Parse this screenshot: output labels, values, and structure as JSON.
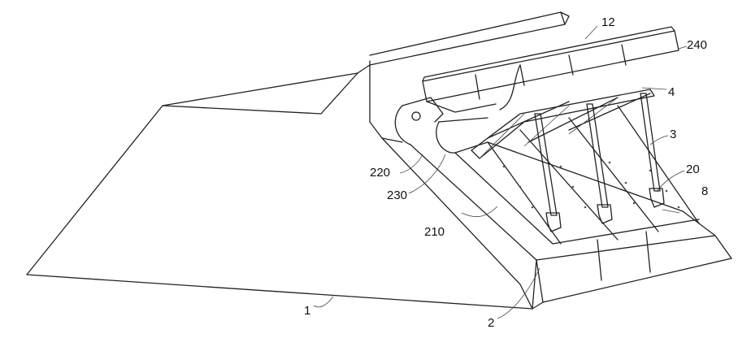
{
  "labels": {
    "l1": "1",
    "l2": "2",
    "l3": "3",
    "l4": "4",
    "l8": "8",
    "l12": "12",
    "l20": "20",
    "l210": "210",
    "l220": "220",
    "l230": "230",
    "l240": "240"
  },
  "colors": {
    "line": "#222222",
    "background": "#ffffff"
  }
}
